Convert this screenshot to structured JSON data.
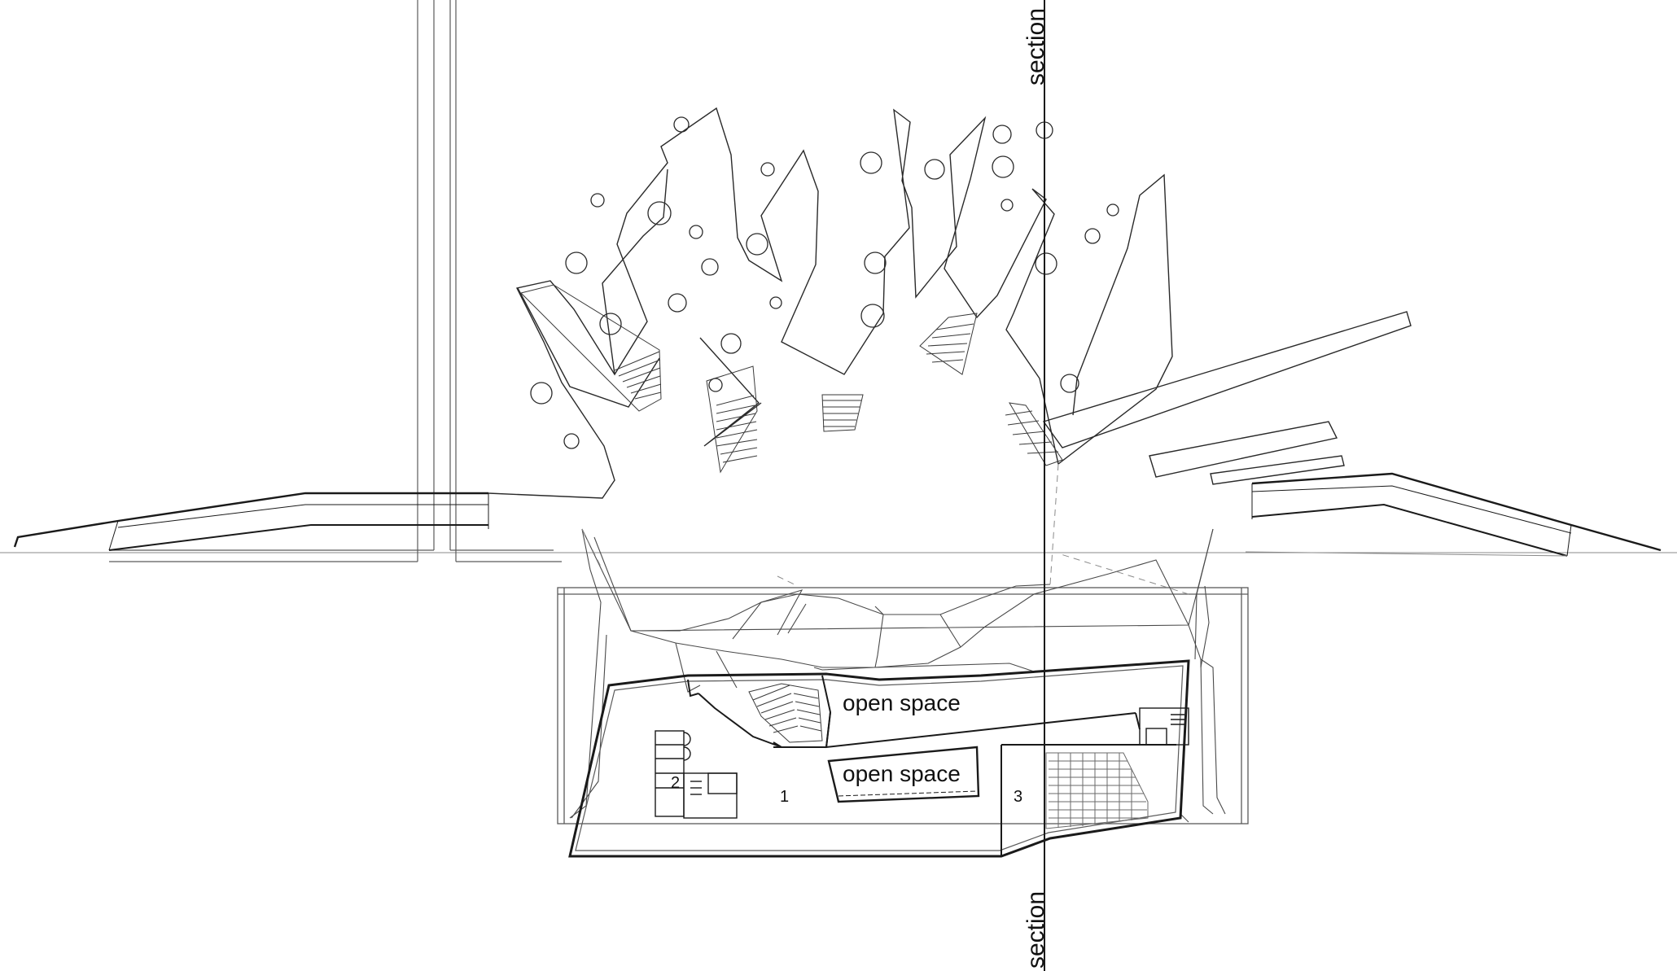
{
  "labels": {
    "open_space_upper": "open space",
    "open_space_lower": "open space",
    "room_1": "1",
    "room_2": "2",
    "room_3": "3",
    "section_top": "section",
    "section_bottom": "section"
  },
  "colors": {
    "background": "#ffffff",
    "line": "#1a1a1a",
    "thin_line": "#5a5a5a",
    "light_line": "#9a9a9a"
  }
}
